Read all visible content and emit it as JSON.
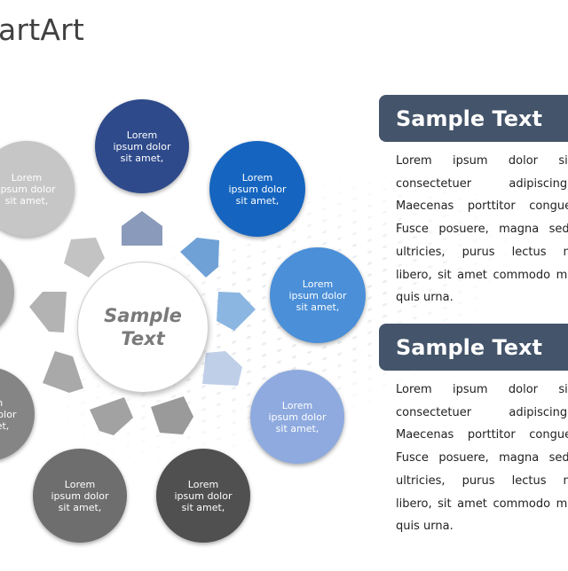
{
  "title": "artArt",
  "diagram": {
    "center": {
      "label": "Sample\nText"
    },
    "nodes": [
      {
        "label": "Lorem\nipsum dolor\nsit amet,",
        "color": "#2e4a8b"
      },
      {
        "label": "Lorem\nipsum dolor\nsit amet,",
        "color": "#1565c0"
      },
      {
        "label": "Lorem\nipsum dolor\nsit amet,",
        "color": "#4a8fd8"
      },
      {
        "label": "Lorem\nipsum dolor\nsit amet,",
        "color": "#8eaadf"
      },
      {
        "label": "Lorem\nipsum dolor\nsit amet,",
        "color": "#505050"
      },
      {
        "label": "Lorem\nipsum dolor\nsit amet,",
        "color": "#6e6e6e"
      },
      {
        "label": "Lorem\nipsum dolor\nsit amet,",
        "color": "#858585"
      },
      {
        "label": "",
        "color": "#a8a8a8"
      },
      {
        "label": "Lorem\nipsum dolor\nsit amet,",
        "color": "#c6c6c6"
      }
    ],
    "connector_colors": [
      "#8a9aba",
      "#6fa1d6",
      "#7eaede",
      "#b9cae6",
      "#9a9a9a",
      "#a2a2a2",
      "#a9a9a9",
      "#b3b3b3",
      "#c3c3c3"
    ]
  },
  "panels": [
    {
      "heading": "Sample Text",
      "lines": [
        "Lorem ipsum dolor sit amet,",
        "consectetuer adipiscing elit.",
        "Maecenas porttitor congue massa.",
        "Fusce posuere, magna sed pulvinar",
        "ultricies, purus lectus malesuada",
        "libero, sit amet commodo magna eros",
        "quis urna."
      ]
    },
    {
      "heading": "Sample Text",
      "lines": [
        "Lorem ipsum dolor sit amet,",
        "consectetuer adipiscing elit.",
        "Maecenas porttitor congue massa.",
        "Fusce posuere, magna sed pulvinar",
        "ultricies, purus lectus malesuada",
        "libero, sit amet commodo magna eros",
        "quis urna."
      ]
    }
  ]
}
